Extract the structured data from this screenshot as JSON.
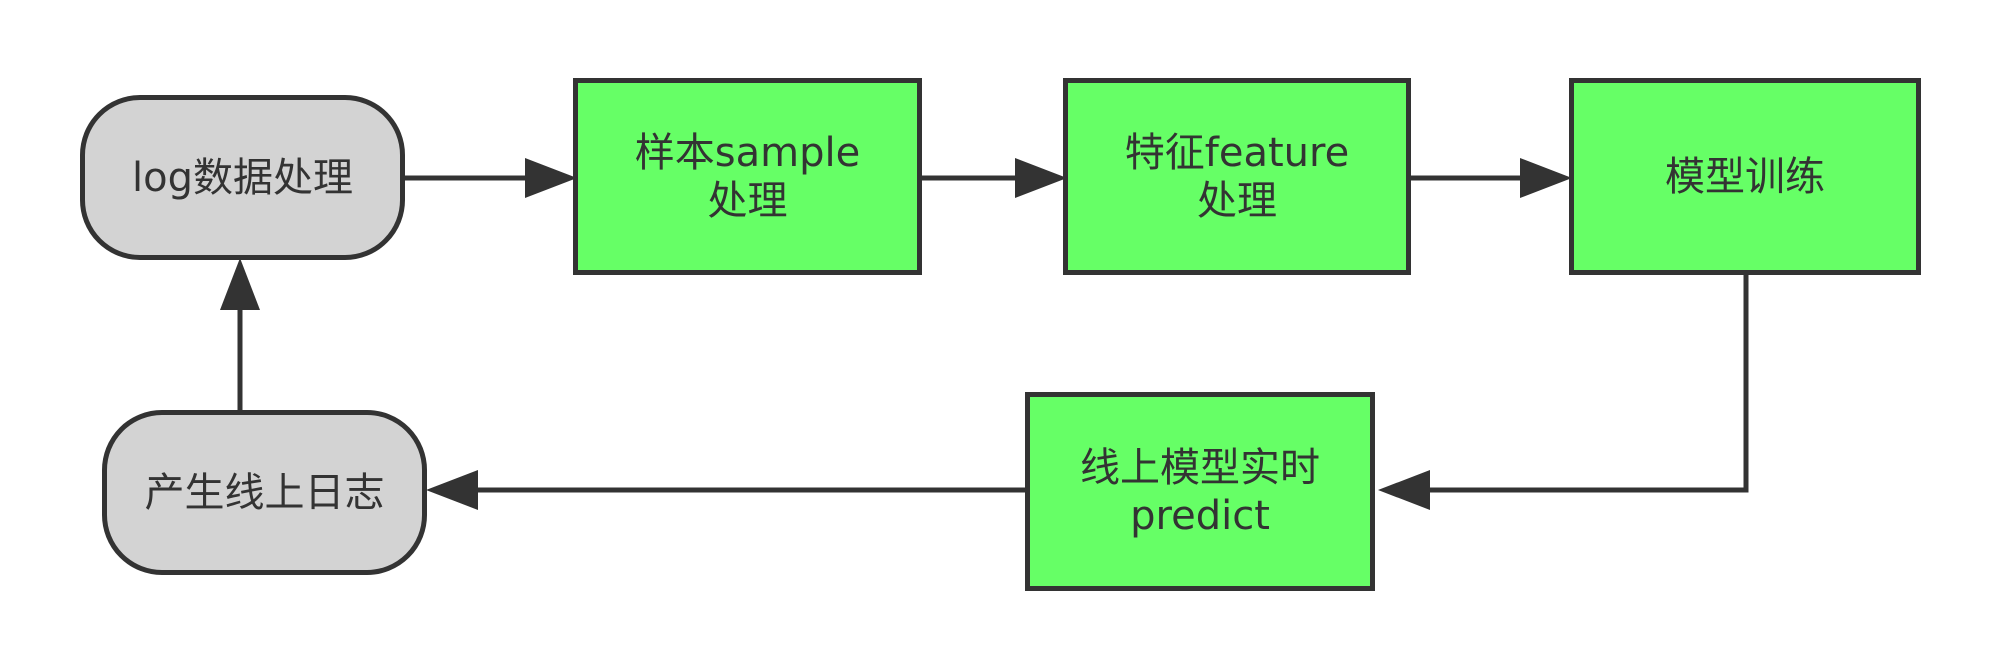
{
  "colors": {
    "process_fill": "#66ff66",
    "terminal_fill": "#d3d3d3",
    "stroke": "#333333",
    "text": "#333333"
  },
  "nodes": {
    "log_processing": {
      "label": "log数据处理"
    },
    "sample_processing": {
      "line1": "样本sample",
      "line2": "处理"
    },
    "feature_processing": {
      "line1": "特征feature",
      "line2": "处理"
    },
    "model_training": {
      "label": "模型训练"
    },
    "online_predict": {
      "line1": "线上模型实时",
      "line2": "predict"
    },
    "online_logs": {
      "label": "产生线上日志"
    }
  },
  "edges": [
    {
      "from": "log_processing",
      "to": "sample_processing"
    },
    {
      "from": "sample_processing",
      "to": "feature_processing"
    },
    {
      "from": "feature_processing",
      "to": "model_training"
    },
    {
      "from": "model_training",
      "to": "online_predict"
    },
    {
      "from": "online_predict",
      "to": "online_logs"
    },
    {
      "from": "online_logs",
      "to": "log_processing"
    }
  ]
}
